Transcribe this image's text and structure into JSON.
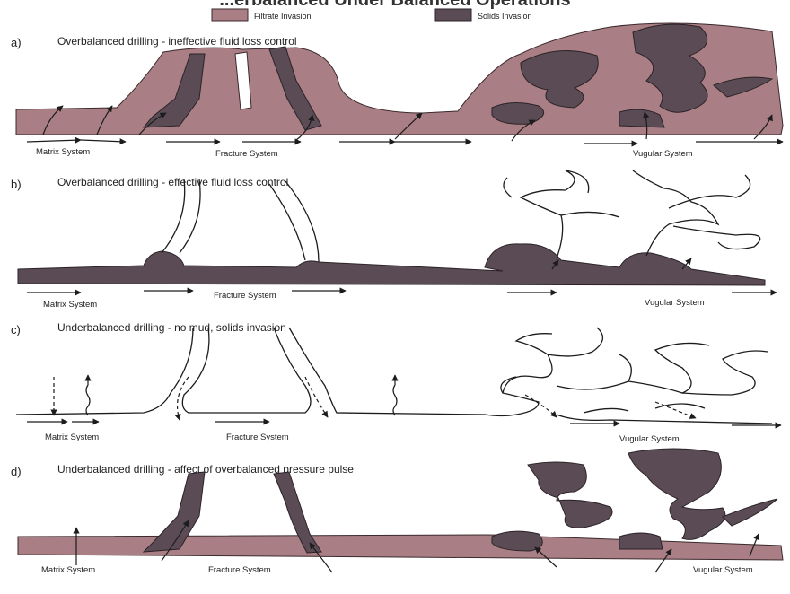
{
  "title": "...erbalanced Under Balanced Operations",
  "legend": [
    {
      "label": "Filtrate Invasion",
      "color": "#a97e84"
    },
    {
      "label": "Solids Invasion",
      "color": "#5b4b55"
    }
  ],
  "colors": {
    "filtrate": "#a97e84",
    "solids": "#5b4b55",
    "line": "#1c1c1c"
  },
  "panels": [
    {
      "id": "a",
      "label": "a)",
      "caption": "Overbalanced drilling -  ineffective fluid loss control",
      "systems": [
        "Matrix System",
        "Fracture System",
        "Vugular System"
      ]
    },
    {
      "id": "b",
      "label": "b)",
      "caption": "Overbalanced drilling -  effective fluid loss control",
      "systems": [
        "Matrix System",
        "Fracture System",
        "Vugular System"
      ]
    },
    {
      "id": "c",
      "label": "c)",
      "caption": "Underbalanced drilling -  no mud, solids invasion",
      "systems": [
        "Matrix System",
        "Fracture System",
        "Vugular System"
      ]
    },
    {
      "id": "d",
      "label": "d)",
      "caption": "Underbalanced drilling -  affect of overbalanced pressure pulse",
      "systems": [
        "Matrix System",
        "Fracture System",
        "Vugular System"
      ]
    }
  ]
}
